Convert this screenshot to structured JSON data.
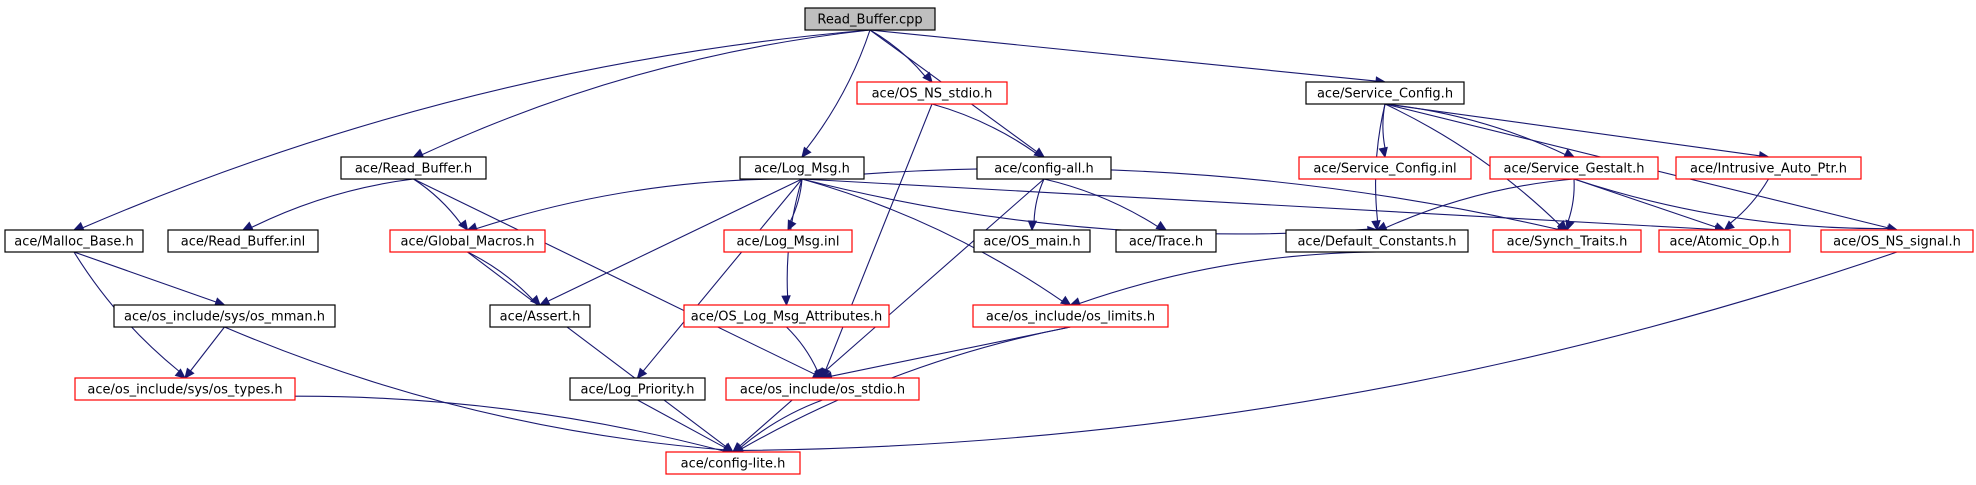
{
  "diagram": {
    "nodes": [
      {
        "id": "root",
        "label": "Read_Buffer.cpp",
        "border": "black",
        "root": true
      },
      {
        "id": "ns_stdio",
        "label": "ace/OS_NS_stdio.h",
        "border": "red"
      },
      {
        "id": "service_config",
        "label": "ace/Service_Config.h",
        "border": "black"
      },
      {
        "id": "read_buffer_h",
        "label": "ace/Read_Buffer.h",
        "border": "black"
      },
      {
        "id": "log_msg",
        "label": "ace/Log_Msg.h",
        "border": "black"
      },
      {
        "id": "config_all",
        "label": "ace/config-all.h",
        "border": "black"
      },
      {
        "id": "service_config_inl",
        "label": "ace/Service_Config.inl",
        "border": "red"
      },
      {
        "id": "service_gestalt",
        "label": "ace/Service_Gestalt.h",
        "border": "red"
      },
      {
        "id": "intrusive",
        "label": "ace/Intrusive_Auto_Ptr.h",
        "border": "red"
      },
      {
        "id": "malloc_base",
        "label": "ace/Malloc_Base.h",
        "border": "black"
      },
      {
        "id": "read_buffer_inl",
        "label": "ace/Read_Buffer.inl",
        "border": "black"
      },
      {
        "id": "global_macros",
        "label": "ace/Global_Macros.h",
        "border": "red"
      },
      {
        "id": "log_msg_inl",
        "label": "ace/Log_Msg.inl",
        "border": "red"
      },
      {
        "id": "os_main",
        "label": "ace/OS_main.h",
        "border": "black"
      },
      {
        "id": "trace",
        "label": "ace/Trace.h",
        "border": "black"
      },
      {
        "id": "default_constants",
        "label": "ace/Default_Constants.h",
        "border": "black"
      },
      {
        "id": "synch_traits",
        "label": "ace/Synch_Traits.h",
        "border": "red"
      },
      {
        "id": "atomic_op",
        "label": "ace/Atomic_Op.h",
        "border": "red"
      },
      {
        "id": "ns_signal",
        "label": "ace/OS_NS_signal.h",
        "border": "red"
      },
      {
        "id": "os_mman",
        "label": "ace/os_include/sys/os_mman.h",
        "border": "black"
      },
      {
        "id": "assert",
        "label": "ace/Assert.h",
        "border": "black"
      },
      {
        "id": "log_msg_attr",
        "label": "ace/OS_Log_Msg_Attributes.h",
        "border": "red"
      },
      {
        "id": "os_limits",
        "label": "ace/os_include/os_limits.h",
        "border": "red"
      },
      {
        "id": "os_types",
        "label": "ace/os_include/sys/os_types.h",
        "border": "red"
      },
      {
        "id": "log_priority",
        "label": "ace/Log_Priority.h",
        "border": "black"
      },
      {
        "id": "os_stdio",
        "label": "ace/os_include/os_stdio.h",
        "border": "red"
      },
      {
        "id": "config_lite",
        "label": "ace/config-lite.h",
        "border": "red"
      }
    ],
    "edges": [
      [
        "root",
        "ns_stdio"
      ],
      [
        "root",
        "service_config"
      ],
      [
        "root",
        "read_buffer_h"
      ],
      [
        "root",
        "log_msg"
      ],
      [
        "root",
        "config_all"
      ],
      [
        "root",
        "malloc_base"
      ],
      [
        "ns_stdio",
        "config_all"
      ],
      [
        "ns_stdio",
        "os_stdio"
      ],
      [
        "service_config",
        "service_config_inl"
      ],
      [
        "service_config",
        "service_gestalt"
      ],
      [
        "service_config",
        "intrusive"
      ],
      [
        "service_config",
        "default_constants"
      ],
      [
        "service_config",
        "synch_traits"
      ],
      [
        "service_config",
        "ns_signal"
      ],
      [
        "read_buffer_h",
        "read_buffer_inl"
      ],
      [
        "read_buffer_h",
        "global_macros"
      ],
      [
        "read_buffer_h",
        "os_stdio"
      ],
      [
        "log_msg",
        "global_macros"
      ],
      [
        "log_msg",
        "log_msg_inl"
      ],
      [
        "log_msg",
        "assert"
      ],
      [
        "log_msg",
        "default_constants"
      ],
      [
        "log_msg",
        "synch_traits"
      ],
      [
        "log_msg",
        "atomic_op"
      ],
      [
        "log_msg",
        "log_msg_attr"
      ],
      [
        "log_msg",
        "os_limits"
      ],
      [
        "log_msg",
        "log_priority"
      ],
      [
        "config_all",
        "os_main"
      ],
      [
        "config_all",
        "trace"
      ],
      [
        "config_all",
        "config_lite"
      ],
      [
        "service_gestalt",
        "default_constants"
      ],
      [
        "service_gestalt",
        "synch_traits"
      ],
      [
        "service_gestalt",
        "atomic_op"
      ],
      [
        "service_gestalt",
        "ns_signal"
      ],
      [
        "intrusive",
        "atomic_op"
      ],
      [
        "malloc_base",
        "os_mman"
      ],
      [
        "malloc_base",
        "os_types"
      ],
      [
        "global_macros",
        "assert"
      ],
      [
        "global_macros",
        "config_lite"
      ],
      [
        "default_constants",
        "os_limits"
      ],
      [
        "ns_signal",
        "config_lite"
      ],
      [
        "os_mman",
        "os_types"
      ],
      [
        "os_mman",
        "config_lite"
      ],
      [
        "log_msg_attr",
        "os_stdio"
      ],
      [
        "os_limits",
        "os_stdio"
      ],
      [
        "os_limits",
        "config_lite"
      ],
      [
        "os_types",
        "config_lite"
      ],
      [
        "log_priority",
        "config_lite"
      ],
      [
        "os_stdio",
        "config_lite"
      ]
    ]
  }
}
